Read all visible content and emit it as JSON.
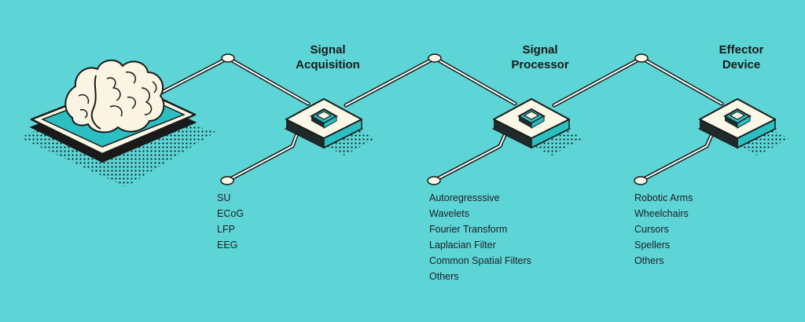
{
  "colors": {
    "background": "#5dd4d6",
    "chip_top": "#fbf7e6",
    "chip_side": "#1f2b2b",
    "accent": "#2bbfc2",
    "outline": "#1a1a1a",
    "brain": "#fbf4e3"
  },
  "icons": {
    "source": "brain-icon",
    "chip": "chip-icon"
  },
  "stages": [
    {
      "title_line1": "Signal",
      "title_line2": "Acquisition",
      "items": [
        "SU",
        "ECoG",
        "LFP",
        "EEG"
      ]
    },
    {
      "title_line1": "Signal",
      "title_line2": "Processor",
      "items": [
        "Autoregresssive",
        "Wavelets",
        "Fourier Transform",
        "Laplacian Filter",
        "Common Spatial Filters",
        "Others"
      ]
    },
    {
      "title_line1": "Effector",
      "title_line2": "Device",
      "items": [
        "Robotic Arms",
        "Wheelchairs",
        "Cursors",
        "Spellers",
        "Others"
      ]
    }
  ]
}
